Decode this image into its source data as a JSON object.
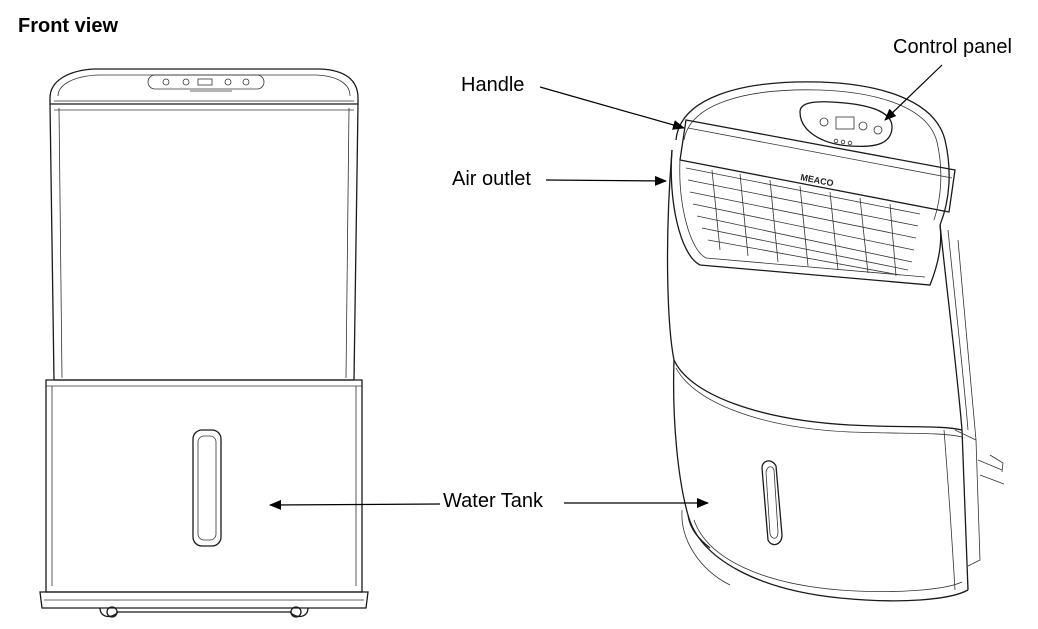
{
  "heading": "Front view",
  "labels": {
    "control_panel": "Control panel",
    "handle": "Handle",
    "air_outlet": "Air outlet",
    "water_tank": "Water Tank"
  },
  "brand": "MEACO"
}
